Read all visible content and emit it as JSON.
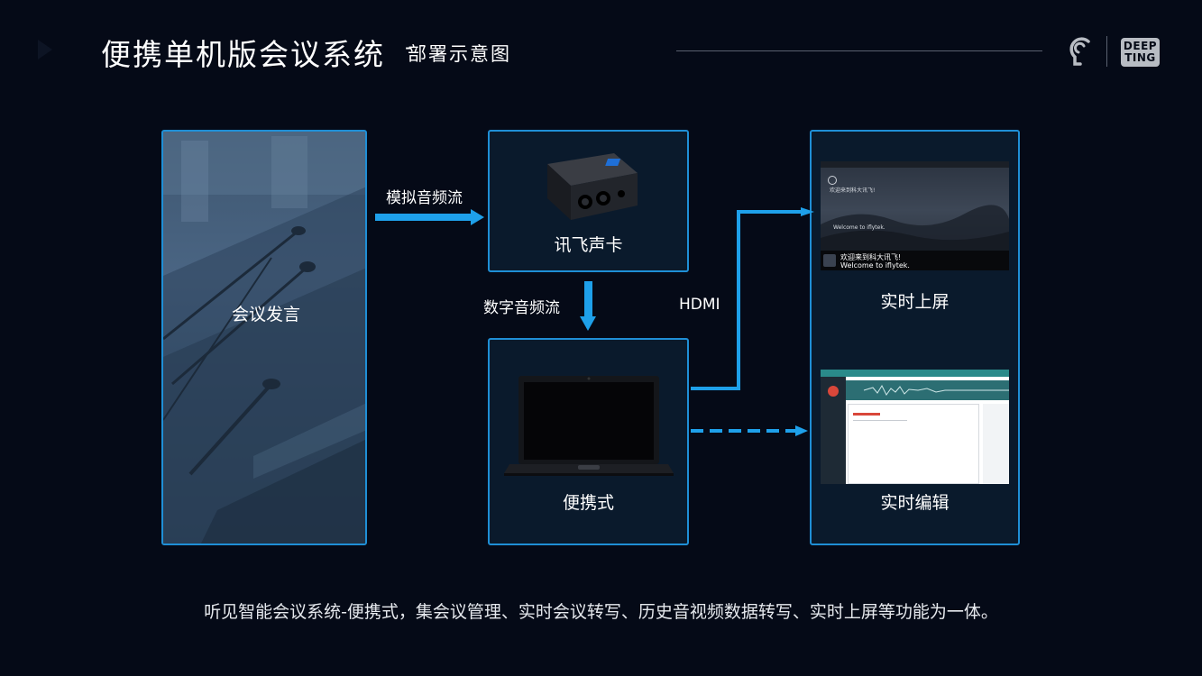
{
  "header": {
    "title_main": "便携单机版会议系统",
    "title_dash": "-",
    "title_sub": "部署示意图",
    "logo_text_line1": "DEEP",
    "logo_text_line2": "TING"
  },
  "nodes": {
    "speech": "会议发言",
    "sound_card": "讯飞声卡",
    "laptop": "便携式",
    "screen_live": "实时上屏",
    "screen_edit": "实时编辑"
  },
  "edges": {
    "analog": "模拟音频流",
    "digital": "数字音频流",
    "hdmi": "HDMI"
  },
  "screen_text": {
    "line_cn": "欢迎来到科大讯飞!",
    "line_en": "Welcome to iflytek."
  },
  "footer": "听见智能会议系统-便携式，集会议管理、实时会议转写、历史音视频数据转写、实时上屏等功能为一体。",
  "colors": {
    "background": "#050a17",
    "accent": "#1f8fd6",
    "arrow": "#1ea0ea"
  }
}
